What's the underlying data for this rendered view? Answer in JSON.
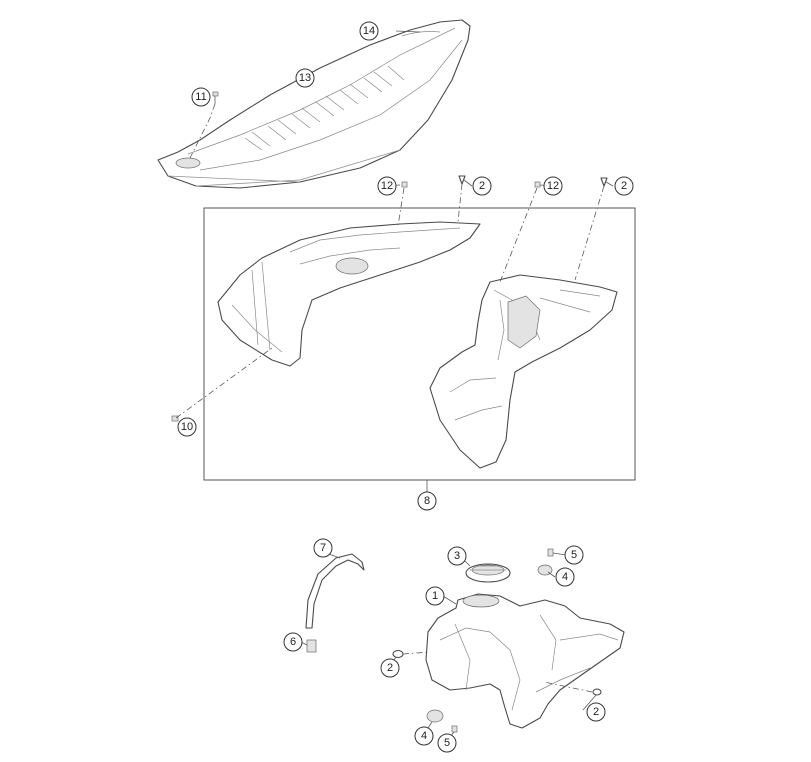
{
  "callouts": {
    "c1": "1",
    "c2a": "2",
    "c2b": "2",
    "c2c": "2",
    "c2d": "2",
    "c3": "3",
    "c4a": "4",
    "c4b": "4",
    "c5a": "5",
    "c5b": "5",
    "c6": "6",
    "c7": "7",
    "c8": "8",
    "c10": "10",
    "c11": "11",
    "c12a": "12",
    "c12b": "12",
    "c13": "13",
    "c14": "14"
  },
  "colors": {
    "outline": "#4a4a4a",
    "background": "#ffffff"
  }
}
